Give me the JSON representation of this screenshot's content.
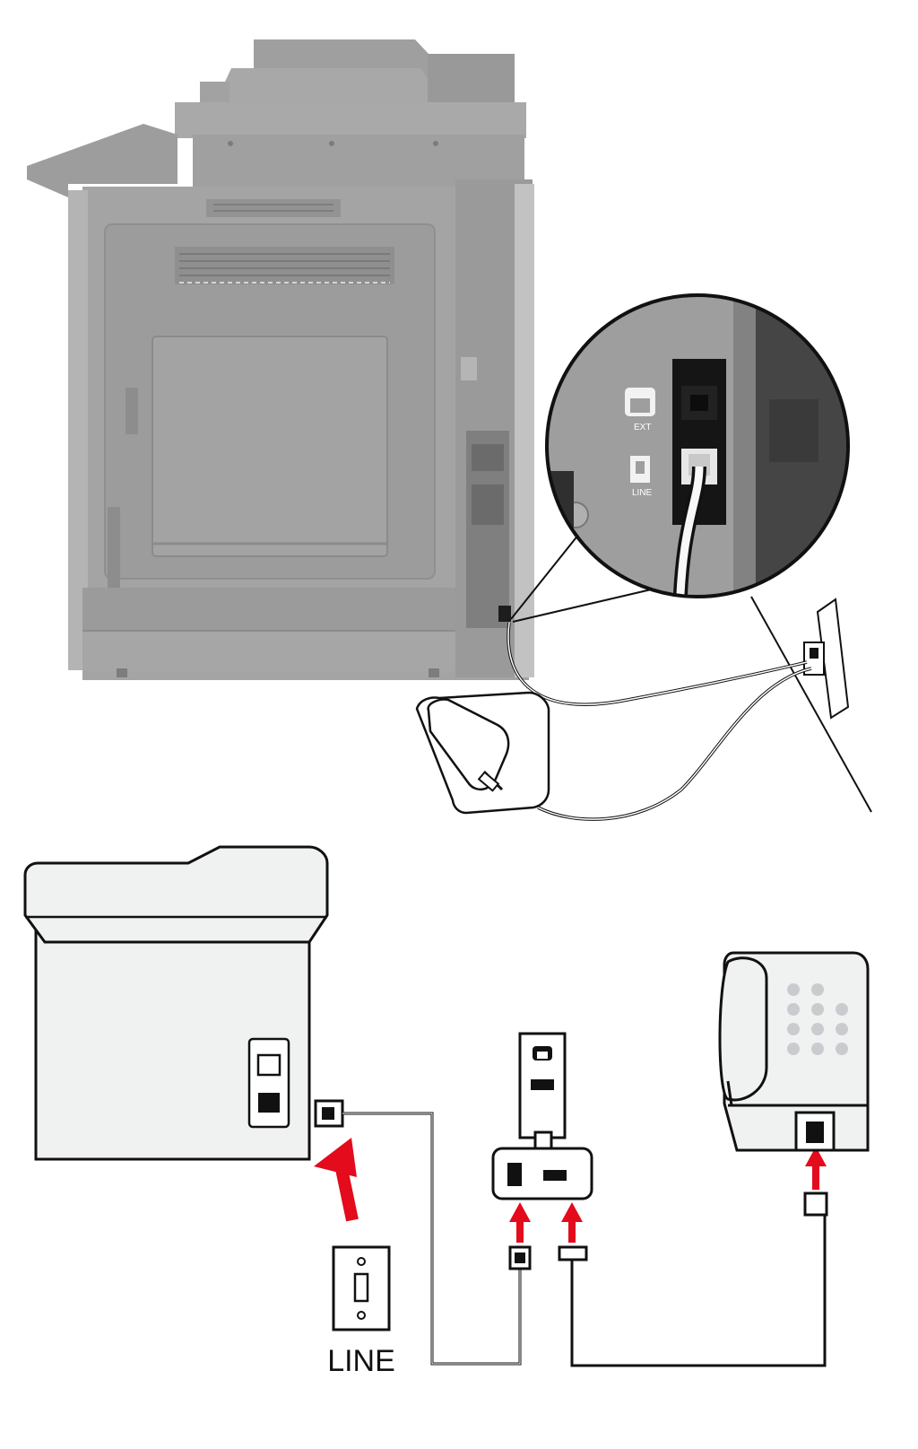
{
  "photo": {
    "inset_port_labels": [
      "EXT",
      "LINE"
    ]
  },
  "diagram": {
    "wall_jack_label": "LINE"
  },
  "colors": {
    "printer_body": "#a4a4a4",
    "printer_dark": "#8c8c8c",
    "inset_dark": "#454545",
    "diagram_fill": "#f0f1f1",
    "outline": "#111111",
    "arrow": "#e30b1c"
  },
  "icons": [
    "telephone-icon",
    "wall-socket-icon",
    "splitter-icon",
    "rj11-plug-icon",
    "telephone-jack-icon"
  ]
}
